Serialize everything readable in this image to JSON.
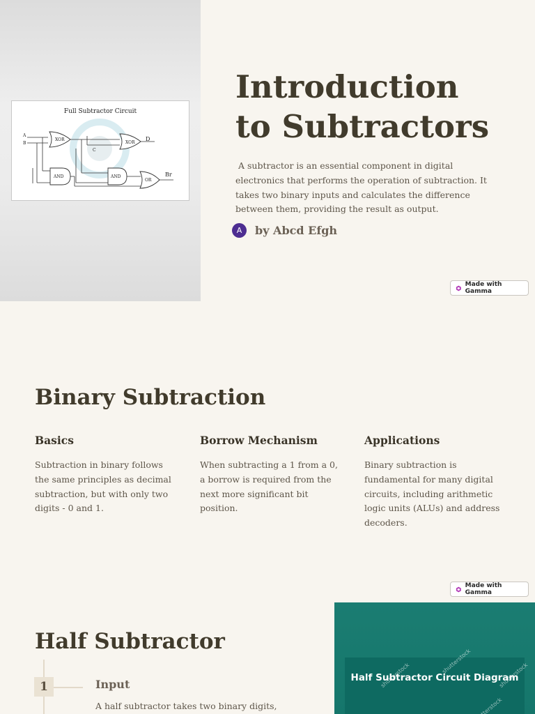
{
  "slide1": {
    "circuit_image": {
      "title": "Full Subtractor Circuit",
      "gate_labels": [
        "XOR",
        "XOR",
        "AND",
        "AND",
        "OR"
      ],
      "signal_labels": [
        "A",
        "B",
        "C",
        "D",
        "Br"
      ]
    },
    "title_line1": "Introduction",
    "title_line2": "to Subtractors",
    "intro": " A subtractor is an essential component in digital electronics that performs the operation of subtraction. It takes two binary inputs and calculates the difference between them, providing the result as output.",
    "author": {
      "avatar_letter": "A",
      "name": "by Abcd Efgh"
    }
  },
  "badge": {
    "label": "Made with Gamma",
    "icon": "gamma-logo-icon"
  },
  "slide2": {
    "title": "Binary Subtraction",
    "columns": [
      {
        "heading": "Basics",
        "text": "Subtraction in binary follows the same principles as decimal subtraction, but with only two digits - 0 and 1."
      },
      {
        "heading": "Borrow Mechanism",
        "text": "When subtracting a 1 from a 0, a borrow is required from the next more significant bit position."
      },
      {
        "heading": "Applications",
        "text": "Binary subtraction is fundamental for many digital circuits, including arithmetic logic units (ALUs) and address decoders."
      }
    ]
  },
  "slide3": {
    "title": "Half Subtractor",
    "steps": [
      {
        "number": "1",
        "title": "Input",
        "text": "A half subtractor takes two binary digits,"
      }
    ],
    "image": {
      "caption": "Half Subtractor Circuit Diagram",
      "watermark": "shutterstock"
    }
  },
  "colors": {
    "background": "#f8f5ef",
    "heading": "#413b2c",
    "body_text": "#5d5549",
    "avatar": "#4d2d91",
    "teal_image": "#1b7d72"
  }
}
